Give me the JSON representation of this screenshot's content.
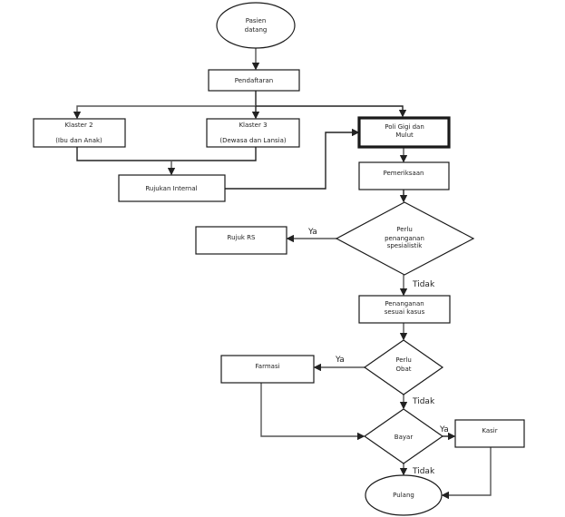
{
  "diagram": {
    "nodes": {
      "start": {
        "type": "ellipse",
        "lines": [
          "Pasien",
          "datang"
        ]
      },
      "pendaftaran": {
        "type": "process",
        "lines": [
          "Pendaftaran"
        ]
      },
      "klaster2": {
        "type": "process",
        "lines": [
          "Klaster 2",
          "(Ibu dan Anak)"
        ]
      },
      "klaster3": {
        "type": "process",
        "lines": [
          "Klaster 3",
          "(Dewasa dan Lansia)"
        ]
      },
      "poli_gigi": {
        "type": "process-highlighted",
        "lines": [
          "Poli Gigi dan",
          "Mulut"
        ]
      },
      "rujukan_internal": {
        "type": "process",
        "lines": [
          "Rujukan Internal"
        ]
      },
      "pemeriksaan": {
        "type": "process",
        "lines": [
          "Pemeriksaan"
        ]
      },
      "perlu_spesialistik": {
        "type": "decision",
        "lines": [
          "Perlu",
          "penanganan",
          "spesialistik"
        ]
      },
      "rujuk_rs": {
        "type": "process",
        "lines": [
          "Rujuk RS"
        ]
      },
      "penanganan": {
        "type": "process",
        "lines": [
          "Penanganan",
          "sesuai kasus"
        ]
      },
      "perlu_obat": {
        "type": "decision",
        "lines": [
          "Perlu",
          "Obat"
        ]
      },
      "farmasi": {
        "type": "process",
        "lines": [
          "Farmasi"
        ]
      },
      "bayar": {
        "type": "decision",
        "lines": [
          "Bayar"
        ]
      },
      "kasir": {
        "type": "process",
        "lines": [
          "Kasir"
        ]
      },
      "pulang": {
        "type": "ellipse",
        "lines": [
          "Pulang"
        ]
      }
    },
    "edges": [
      {
        "from": "start",
        "to": "pendaftaran",
        "label": ""
      },
      {
        "from": "pendaftaran",
        "to": "klaster2",
        "label": ""
      },
      {
        "from": "pendaftaran",
        "to": "klaster3",
        "label": ""
      },
      {
        "from": "pendaftaran",
        "to": "poli_gigi",
        "label": ""
      },
      {
        "from": "klaster2",
        "to": "rujukan_internal",
        "label": ""
      },
      {
        "from": "klaster3",
        "to": "rujukan_internal",
        "label": ""
      },
      {
        "from": "rujukan_internal",
        "to": "poli_gigi",
        "label": ""
      },
      {
        "from": "poli_gigi",
        "to": "pemeriksaan",
        "label": ""
      },
      {
        "from": "pemeriksaan",
        "to": "perlu_spesialistik",
        "label": ""
      },
      {
        "from": "perlu_spesialistik",
        "to": "rujuk_rs",
        "label": "Ya"
      },
      {
        "from": "perlu_spesialistik",
        "to": "penanganan",
        "label": "Tidak"
      },
      {
        "from": "penanganan",
        "to": "perlu_obat",
        "label": ""
      },
      {
        "from": "perlu_obat",
        "to": "farmasi",
        "label": "Ya"
      },
      {
        "from": "perlu_obat",
        "to": "bayar",
        "label": "Tidak"
      },
      {
        "from": "farmasi",
        "to": "bayar",
        "label": ""
      },
      {
        "from": "bayar",
        "to": "kasir",
        "label": "Ya"
      },
      {
        "from": "bayar",
        "to": "pulang",
        "label": "Tidak"
      },
      {
        "from": "kasir",
        "to": "pulang",
        "label": ""
      }
    ]
  }
}
